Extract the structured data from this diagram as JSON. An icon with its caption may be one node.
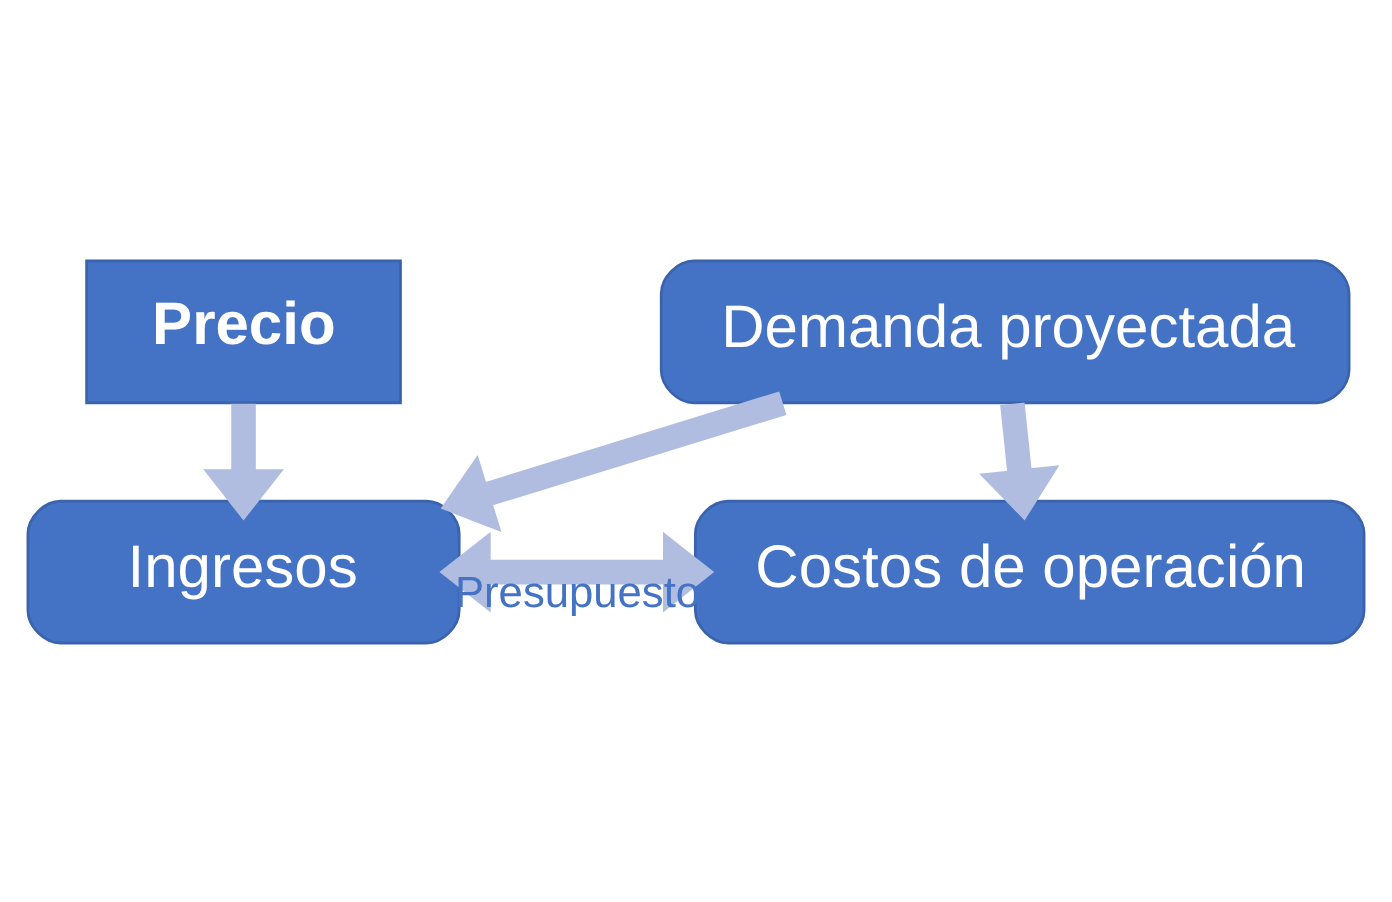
{
  "diagram": {
    "nodes": [
      {
        "text": [
          "Demanda proyectada"
        ]
      },
      {
        "text": [
          "Precio"
        ]
      },
      {
        "text": [
          "Ingresos"
        ]
      },
      {
        "text": [
          "Costos de operación"
        ]
      }
    ],
    "edges": [
      {
        "from": 0,
        "to": 2,
        "arrow": "to"
      },
      {
        "from": 1,
        "to": 2,
        "arrow": "to"
      },
      {
        "from": 0,
        "to": 3,
        "arrow": "to"
      },
      {
        "from": 2,
        "to": 3,
        "arrow": "both",
        "label": "Presupuesto"
      }
    ]
  }
}
